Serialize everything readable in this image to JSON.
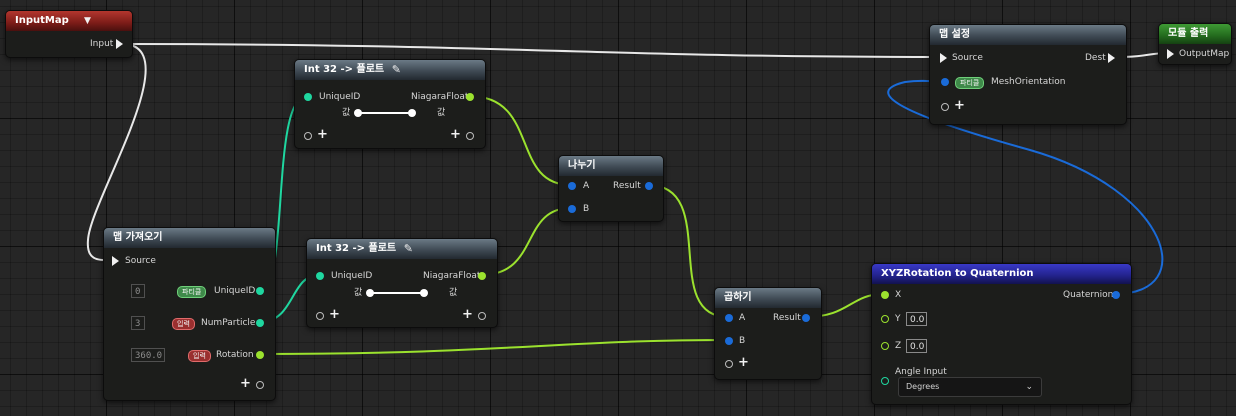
{
  "nodes": {
    "input_map": {
      "title": "InputMap",
      "output_label": "Input"
    },
    "int_to_float_1": {
      "title": "Int 32 -> 플로트",
      "in_label": "UniqueID",
      "out_label": "NiagaraFloat",
      "slider_left": "값",
      "slider_right": "값"
    },
    "int_to_float_2": {
      "title": "Int 32 -> 플로트",
      "in_label": "UniqueID",
      "out_label": "NiagaraFloat",
      "slider_left": "값",
      "slider_right": "값"
    },
    "get_map": {
      "title": "맵 가져오기",
      "source_label": "Source",
      "rows": [
        {
          "default": "0",
          "badge": "파티클",
          "label": "UniqueID"
        },
        {
          "default": "3",
          "badge": "입력",
          "label": "NumParticle"
        },
        {
          "default": "360.0",
          "badge": "입력",
          "label": "Rotation"
        }
      ]
    },
    "divide": {
      "title": "나누기",
      "a_label": "A",
      "b_label": "B",
      "result_label": "Result"
    },
    "multiply": {
      "title": "곱하기",
      "a_label": "A",
      "b_label": "B",
      "result_label": "Result"
    },
    "xyz_quat": {
      "title": "XYZRotation to Quaternion",
      "x_label": "X",
      "y_label": "Y",
      "y_value": "0.0",
      "z_label": "Z",
      "z_value": "0.0",
      "out_label": "Quaternion",
      "angle_label": "Angle Input",
      "angle_value": "Degrees"
    },
    "set_map": {
      "title": "맵 설정",
      "source_label": "Source",
      "dest_label": "Dest",
      "badge": "파티클",
      "param_label": "MeshOrientation"
    },
    "output": {
      "title": "모듈 출력",
      "in_label": "OutputMap"
    }
  },
  "colors": {
    "float_wire": "#9be22e",
    "int_wire": "#1fd7a0",
    "quat_wire": "#1a6bd8",
    "exec_wire": "#e8e8e8"
  }
}
